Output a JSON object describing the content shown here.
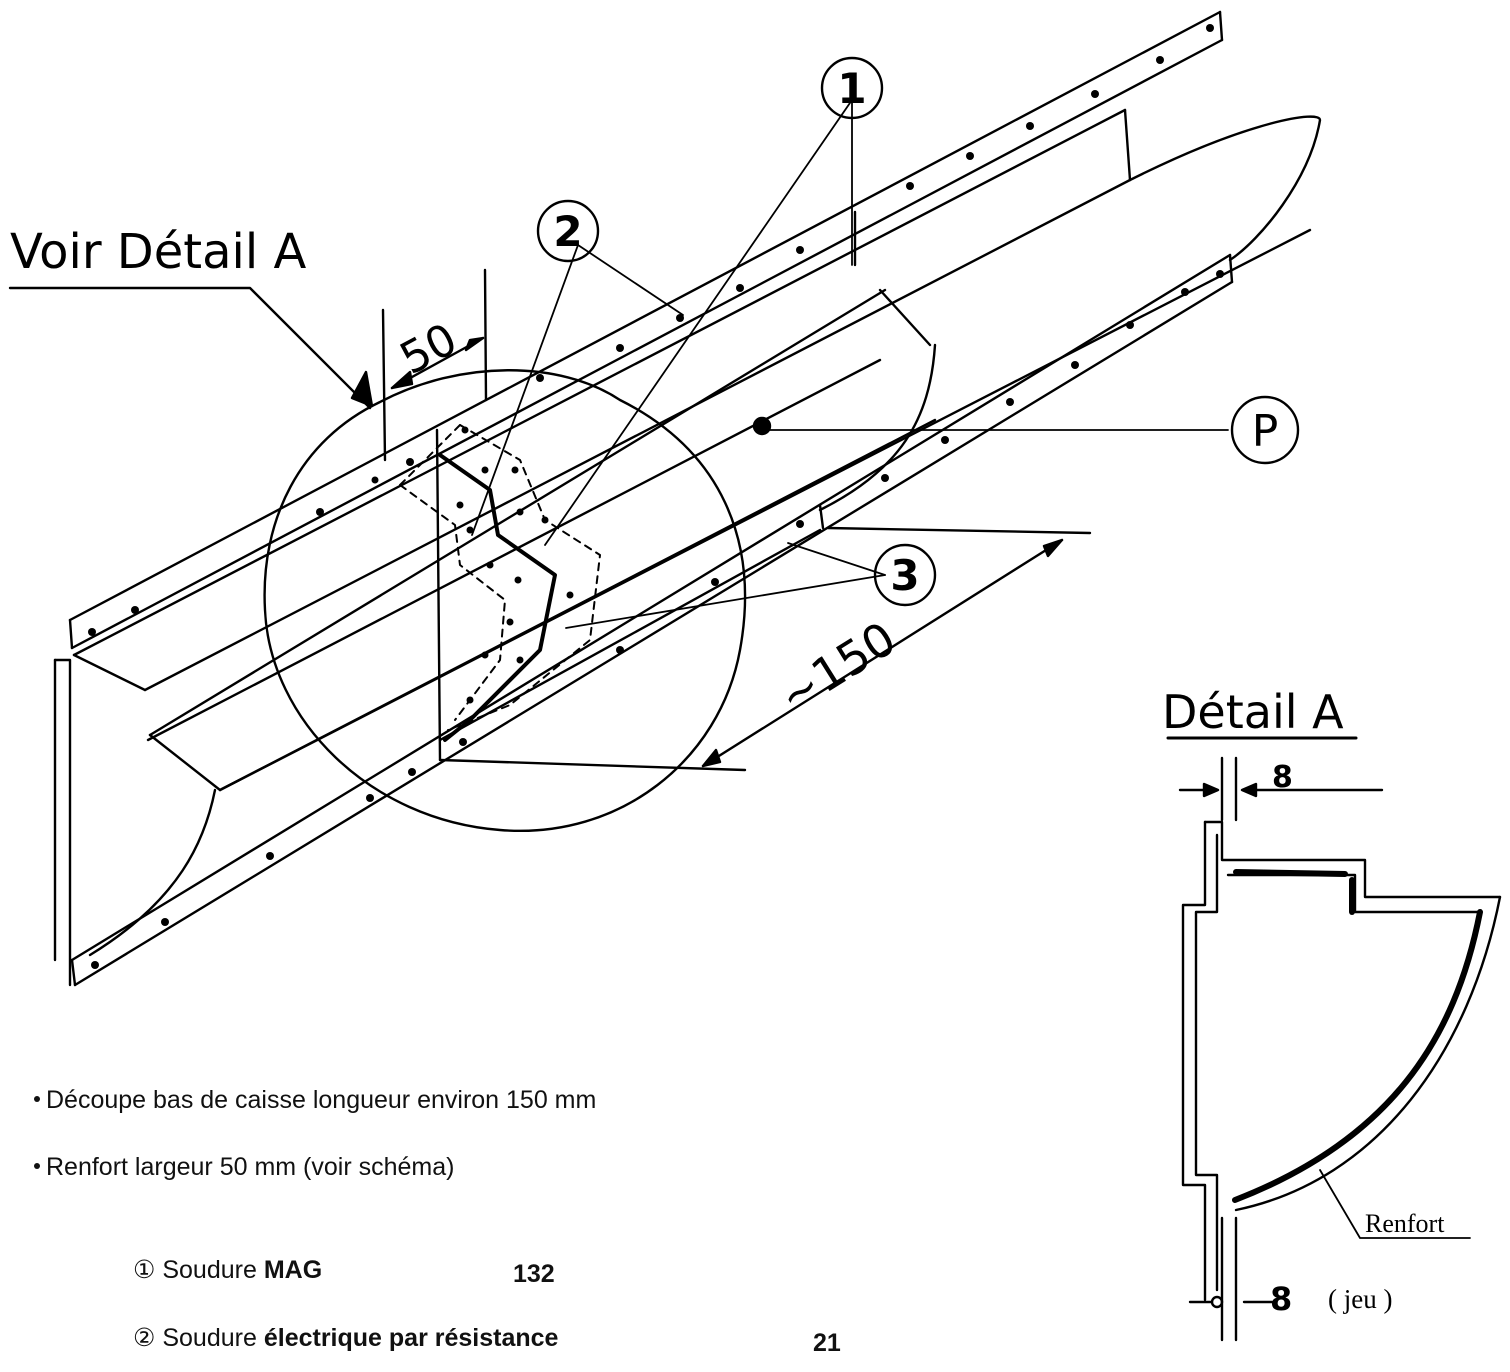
{
  "labels": {
    "voir_detail": "Voir Détail A",
    "dim_50": "50",
    "dim_150": "~150",
    "callout_1": "1",
    "callout_2": "2",
    "callout_3": "3",
    "callout_p": "P",
    "detail_title": "Détail A",
    "detail_dim_top": "8",
    "detail_dim_bottom": "8",
    "detail_jeu": "( jeu )",
    "renfort": "Renfort"
  },
  "notes": {
    "line1": "Découpe bas de caisse longueur environ 150 mm",
    "line2": "Renfort largeur 50 mm (voir schéma)",
    "weld1_prefix": "① Soudure",
    "weld1_type": "MAG",
    "weld1_code": "132",
    "weld2_prefix": "② Soudure",
    "weld2_type": "électrique par résistance",
    "weld2_code": "21"
  }
}
